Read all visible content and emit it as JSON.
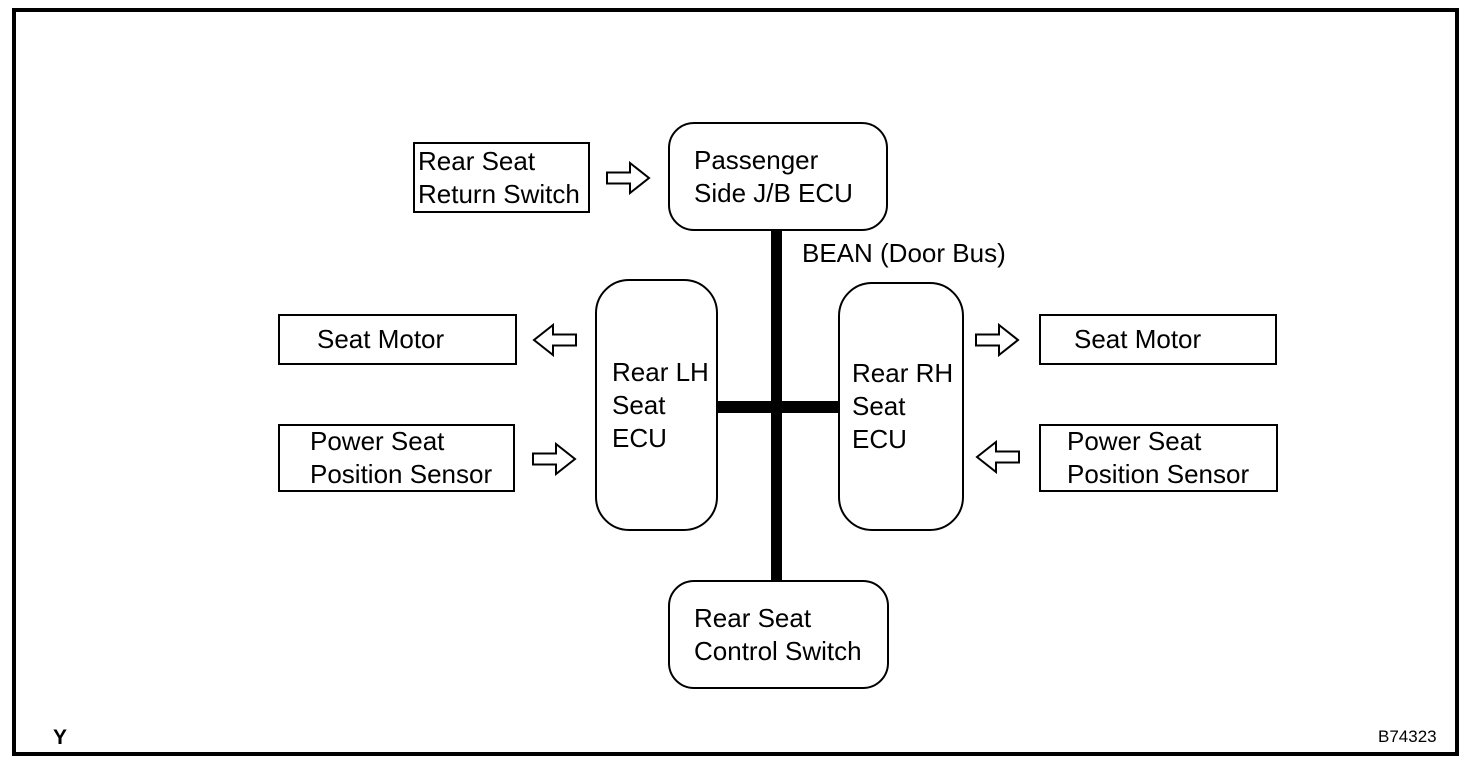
{
  "diagram": {
    "title_domain": "seat-control-bus-diagram",
    "bus_label": "BEAN (Door Bus)",
    "footer_left": "Y",
    "footer_right": "B74323",
    "colors": {
      "line": "#000000",
      "background": "#ffffff"
    },
    "nodes": {
      "rear_seat_return_switch": {
        "lines": [
          "Rear Seat",
          "Return Switch"
        ]
      },
      "passenger_side_jb_ecu": {
        "lines": [
          "Passenger",
          "Side J/B ECU"
        ]
      },
      "rear_lh_seat_ecu": {
        "lines": [
          "Rear LH",
          "Seat",
          "ECU"
        ]
      },
      "rear_rh_seat_ecu": {
        "lines": [
          "Rear RH",
          "Seat",
          "ECU"
        ]
      },
      "seat_motor_left": {
        "lines": [
          "Seat Motor"
        ]
      },
      "power_seat_position_sensor_left": {
        "lines": [
          "Power Seat",
          "Position Sensor"
        ]
      },
      "seat_motor_right": {
        "lines": [
          "Seat Motor"
        ]
      },
      "power_seat_position_sensor_right": {
        "lines": [
          "Power Seat",
          "Position Sensor"
        ]
      },
      "rear_seat_control_switch": {
        "lines": [
          "Rear Seat",
          "Control Switch"
        ]
      }
    },
    "connections": [
      {
        "from": "rear_seat_return_switch",
        "to": "passenger_side_jb_ecu",
        "type": "block-arrow-right"
      },
      {
        "from": "rear_lh_seat_ecu",
        "to": "seat_motor_left",
        "type": "block-arrow-left"
      },
      {
        "from": "power_seat_position_sensor_left",
        "to": "rear_lh_seat_ecu",
        "type": "block-arrow-right"
      },
      {
        "from": "rear_rh_seat_ecu",
        "to": "seat_motor_right",
        "type": "block-arrow-right"
      },
      {
        "from": "power_seat_position_sensor_right",
        "to": "rear_rh_seat_ecu",
        "type": "block-arrow-left"
      },
      {
        "bus": "BEAN (Door Bus)",
        "members": [
          "passenger_side_jb_ecu",
          "rear_lh_seat_ecu",
          "rear_rh_seat_ecu",
          "rear_seat_control_switch"
        ]
      }
    ]
  }
}
